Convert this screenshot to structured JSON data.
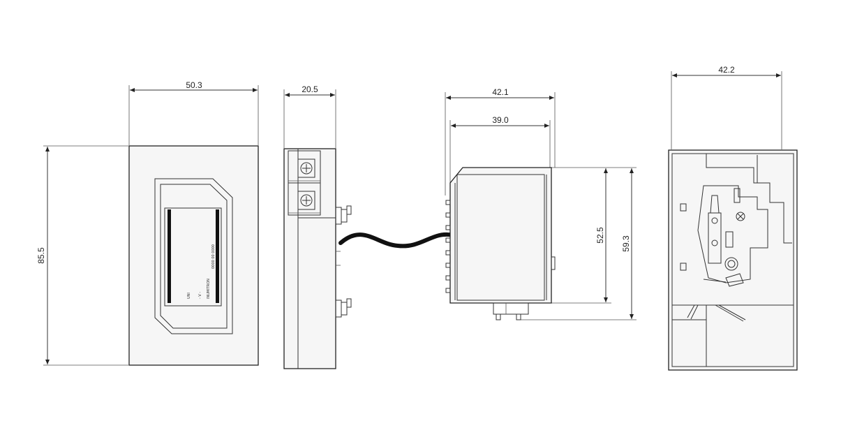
{
  "dimensions": {
    "front_width": "50.3",
    "front_height": "85.5",
    "side_width": "20.5",
    "module_width_outer": "42.1",
    "module_width_inner": "39.0",
    "module_height_inner": "52.5",
    "module_height_outer": "59.3",
    "back_width": "42.2"
  },
  "label_text": {
    "line1": "UNI",
    "line2": "- V -",
    "line3": "INUMITRON",
    "line4": "0000 00 0000"
  },
  "colors": {
    "line": "#222222",
    "body": "#f6f6f6",
    "cable": "#111111"
  }
}
